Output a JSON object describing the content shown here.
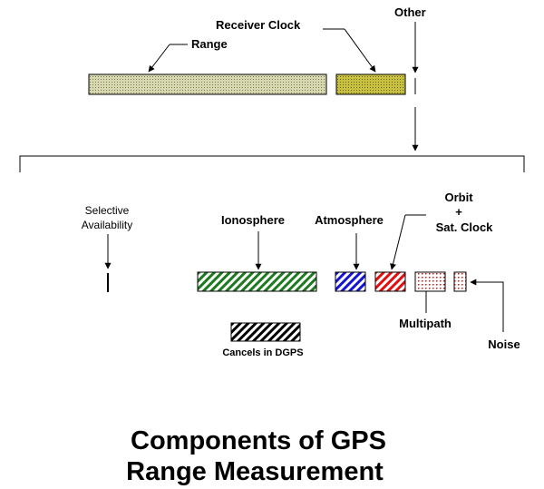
{
  "labels": {
    "receiver_clock": "Receiver Clock",
    "other": "Other",
    "range": "Range",
    "selective_line1": "Selective",
    "selective_line2": "Availability",
    "ionosphere": "Ionosphere",
    "atmosphere": "Atmosphere",
    "orbit_line1": "Orbit",
    "orbit_plus": "+",
    "orbit_line2": "Sat. Clock",
    "multipath": "Multipath",
    "noise": "Noise",
    "cancels": "Cancels in DGPS"
  },
  "title": {
    "line1": "Components of GPS",
    "line2": "Range Measurement"
  },
  "colors": {
    "range_fill": "#c8c89a",
    "receiver_clock_fill": "#b8b032",
    "ionosphere_stripe": "#1e7a1e",
    "atmosphere_stripe": "#1414d2",
    "orbit_stripe": "#e01010",
    "multipath_dot": "#e01010",
    "noise_dot": "#e01010",
    "cancels_stripe": "#000000"
  }
}
